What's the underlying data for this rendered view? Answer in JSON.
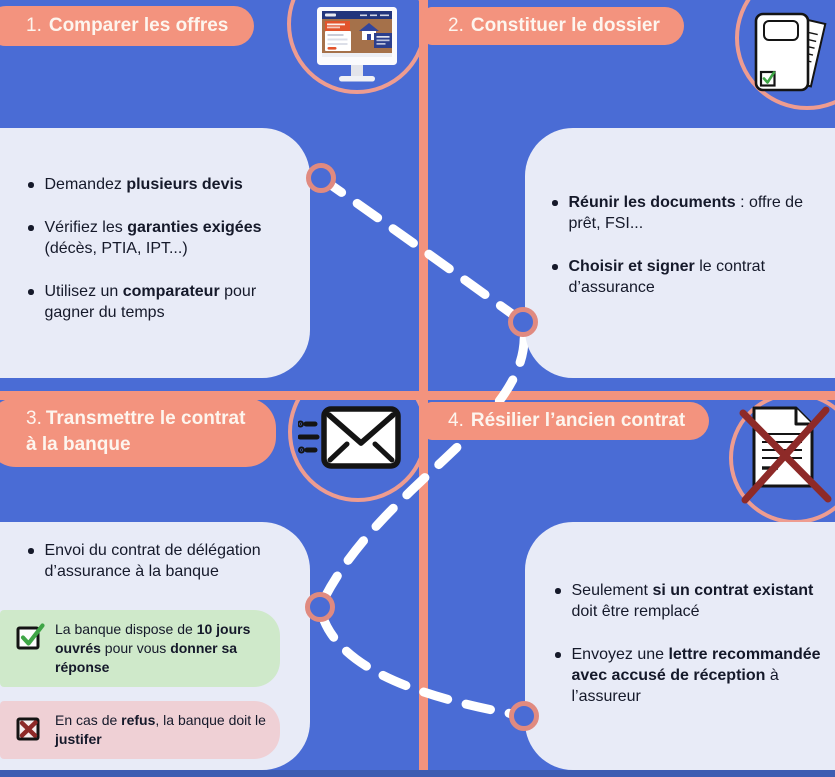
{
  "palette": {
    "background-blue": "#4a6cd5",
    "salmon": "#f3937e",
    "ring-salmon": "#ee9c90",
    "node-ring": "#e08a80",
    "card-bg": "#e8ebf7",
    "text-dark": "#15192a",
    "pill-text": "#fdf5ee",
    "green-box": "#cfe9ca",
    "green-check": "#3fa546",
    "pink-box": "#efd0d5",
    "red-cross": "#8e2a28",
    "bottom-bar": "#3d5db2",
    "path-white": "#ffffff",
    "icon-ink": "#141414"
  },
  "steps": [
    {
      "num": "1.",
      "title": "Comparer les offres",
      "icon": "comparison-website-monitor",
      "bullets": [
        [
          {
            "t": "Demandez "
          },
          {
            "t": "plusieurs devis",
            "b": true
          }
        ],
        [
          {
            "t": "Vérifiez les "
          },
          {
            "t": "garanties exigées",
            "b": true
          },
          {
            "t": " (décès, PTIA, IPT...)"
          }
        ],
        [
          {
            "t": "Utilisez un "
          },
          {
            "t": "comparateur",
            "b": true
          },
          {
            "t": " pour gagner du temps"
          }
        ]
      ]
    },
    {
      "num": "2.",
      "title": "Constituer le dossier",
      "icon": "documents-folder-check",
      "bullets": [
        [
          {
            "t": "Réunir les documents",
            "b": true
          },
          {
            "t": " : offre de prêt, FSI..."
          }
        ],
        [
          {
            "t": "Choisir et signer",
            "b": true
          },
          {
            "t": " le contrat d’assurance"
          }
        ]
      ]
    },
    {
      "num": "3.",
      "title": "Transmettre le contrat à la banque",
      "icon": "sending-envelope",
      "bullets": [
        [
          {
            "t": "Envoi du contrat de délégation d’assurance à la banque"
          }
        ]
      ],
      "callouts": [
        {
          "kind": "check",
          "text": [
            {
              "t": "La banque dispose de "
            },
            {
              "t": "10 jours ouvrés",
              "b": true
            },
            {
              "t": " pour vous "
            },
            {
              "t": "donner sa réponse",
              "b": true
            }
          ]
        },
        {
          "kind": "cross",
          "text": [
            {
              "t": "En cas de "
            },
            {
              "t": "refus",
              "b": true
            },
            {
              "t": ", la banque doit le "
            },
            {
              "t": "justifer",
              "b": true
            }
          ]
        }
      ]
    },
    {
      "num": "4.",
      "title": "Résilier l’ancien contrat",
      "icon": "cancelled-contract",
      "bullets": [
        [
          {
            "t": "Seulement "
          },
          {
            "t": "si un contrat existant",
            "b": true
          },
          {
            "t": " doit être remplacé"
          }
        ],
        [
          {
            "t": "Envoyez une "
          },
          {
            "t": "lettre recommandée avec accusé de réception",
            "b": true
          },
          {
            "t": " à l’assureur"
          }
        ]
      ]
    }
  ]
}
